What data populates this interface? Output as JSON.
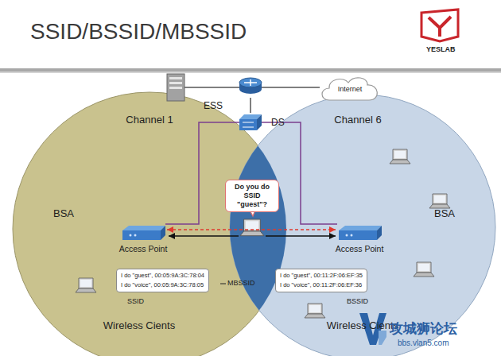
{
  "diagram": {
    "title": "SSID/BSSID/MBSSID",
    "nodes": [
      {
        "text": [
          "Channel 1",
          "BSA",
          "Wireless Cients"
        ]
      },
      {
        "text": [
          "Channel 6",
          "BSA",
          "Wireless Cients"
        ]
      },
      {
        "text": [
          "Access Point"
        ],
        "in": 0
      },
      {
        "text": [
          "Access Point"
        ],
        "in": 1
      },
      {
        "text": [
          "Do you do SSID \"guest\"?"
        ]
      },
      {
        "text": [
          "I do \"guest\", 00:05:9A:3C:78:04",
          "I do \"voice\", 00:05:9A:3C:78:05"
        ],
        "in": 0
      },
      {
        "text": [
          "I do \"guest\", 00:11:2F:06:EF:35",
          "I do \"voice\", 00:11:2F:06:EF:36"
        ],
        "in": 1
      },
      {
        "text": [
          "Internet"
        ]
      },
      {
        "text": [
          "DS"
        ]
      }
    ],
    "edges": [
      {
        "from": 2,
        "to": 3,
        "arrow": "both"
      },
      {
        "from": 8,
        "to": 2,
        "arrow": "none"
      },
      {
        "from": 8,
        "to": 3,
        "arrow": "none"
      }
    ],
    "labels": [
      "ESS",
      "MBSSID",
      "SSID",
      "BSSID",
      "YESLAB",
      "攻城狮论坛",
      "bbs.vlan5.com"
    ]
  }
}
